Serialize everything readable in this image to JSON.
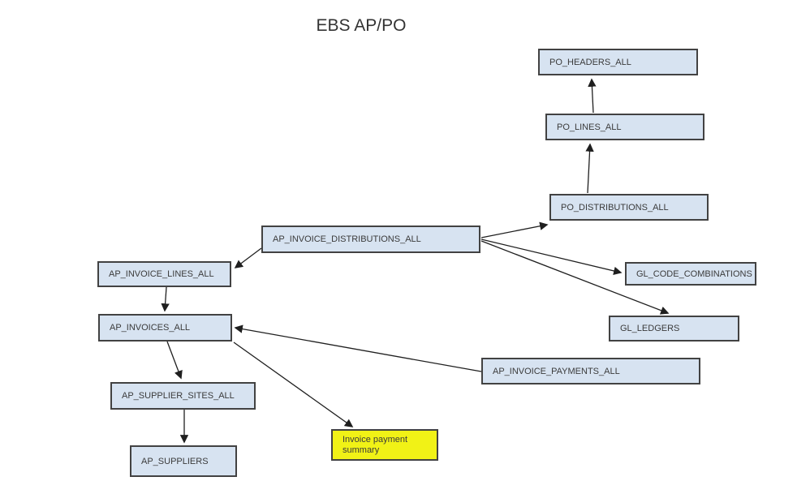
{
  "title": "EBS AP/PO",
  "diagram": {
    "nodes": {
      "po_headers_all": {
        "label": "PO_HEADERS_ALL",
        "type": "table"
      },
      "po_lines_all": {
        "label": "PO_LINES_ALL",
        "type": "table"
      },
      "po_distributions_all": {
        "label": "PO_DISTRIBUTIONS_ALL",
        "type": "table"
      },
      "ap_invoice_distributions_all": {
        "label": "AP_INVOICE_DISTRIBUTIONS_ALL",
        "type": "table"
      },
      "ap_invoice_lines_all": {
        "label": "AP_INVOICE_LINES_ALL",
        "type": "table"
      },
      "gl_code_combinations": {
        "label": "GL_CODE_COMBINATIONS",
        "type": "table"
      },
      "ap_invoices_all": {
        "label": "AP_INVOICES_ALL",
        "type": "table"
      },
      "gl_ledgers": {
        "label": "GL_LEDGERS",
        "type": "table"
      },
      "ap_invoice_payments_all": {
        "label": "AP_INVOICE_PAYMENTS_ALL",
        "type": "table"
      },
      "ap_supplier_sites_all": {
        "label": "AP_SUPPLIER_SITES_ALL",
        "type": "table"
      },
      "ap_suppliers": {
        "label": "AP_SUPPLIERS",
        "type": "table"
      },
      "invoice_payment_summary": {
        "label": "Invoice payment summary",
        "type": "highlight"
      }
    },
    "edges": [
      {
        "from": "PO_LINES_ALL",
        "to": "PO_HEADERS_ALL"
      },
      {
        "from": "PO_DISTRIBUTIONS_ALL",
        "to": "PO_LINES_ALL"
      },
      {
        "from": "AP_INVOICE_DISTRIBUTIONS_ALL",
        "to": "PO_DISTRIBUTIONS_ALL"
      },
      {
        "from": "AP_INVOICE_DISTRIBUTIONS_ALL",
        "to": "GL_CODE_COMBINATIONS"
      },
      {
        "from": "AP_INVOICE_DISTRIBUTIONS_ALL",
        "to": "GL_LEDGERS"
      },
      {
        "from": "AP_INVOICE_DISTRIBUTIONS_ALL",
        "to": "AP_INVOICE_LINES_ALL"
      },
      {
        "from": "AP_INVOICE_LINES_ALL",
        "to": "AP_INVOICES_ALL"
      },
      {
        "from": "AP_INVOICE_PAYMENTS_ALL",
        "to": "AP_INVOICES_ALL"
      },
      {
        "from": "AP_INVOICES_ALL",
        "to": "AP_SUPPLIER_SITES_ALL"
      },
      {
        "from": "AP_SUPPLIER_SITES_ALL",
        "to": "AP_SUPPLIERS"
      },
      {
        "from": "AP_INVOICES_ALL",
        "to": "Invoice payment summary"
      }
    ],
    "colors": {
      "node_fill": "#d7e3f1",
      "node_border": "#424242",
      "highlight_fill": "#f1f216",
      "arrow": "#1f1f1f",
      "text": "#3b3b3b"
    }
  }
}
